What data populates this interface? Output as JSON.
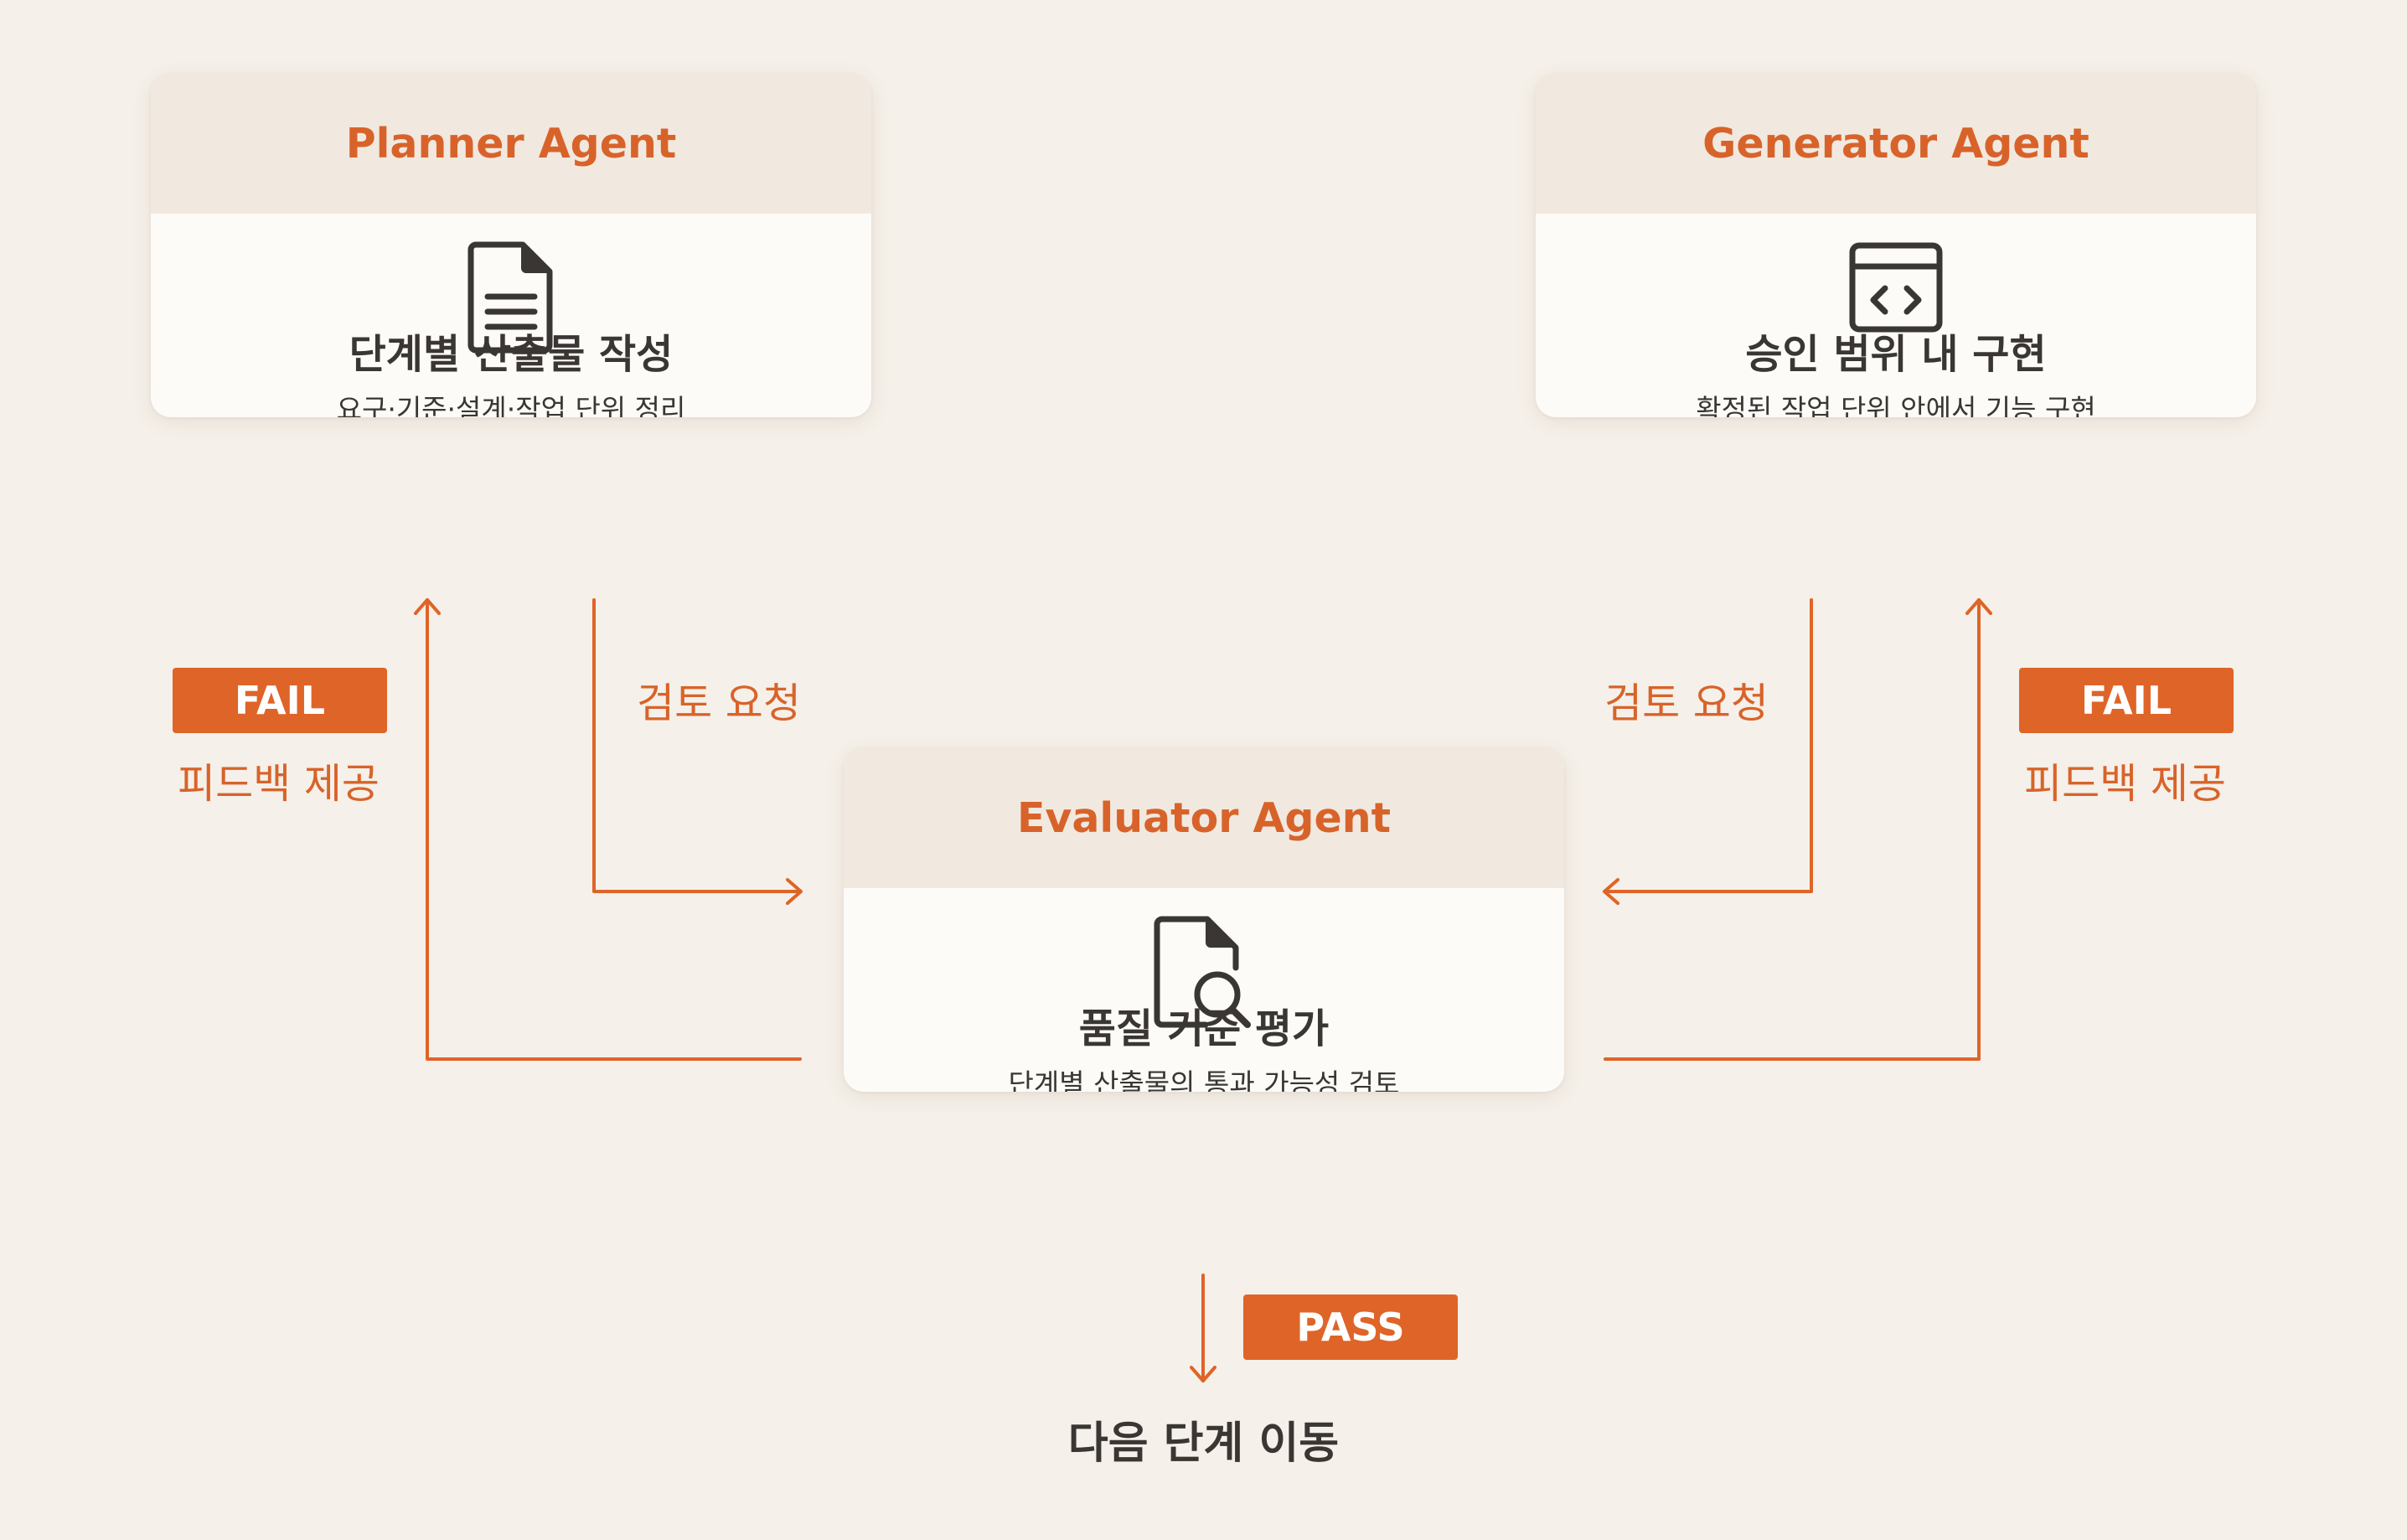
{
  "colors": {
    "background": "#f5f0e9",
    "accent": "#df6428",
    "card_header": "#f1e9df",
    "card_body": "#fcfbf8",
    "text_dark": "#3a3633"
  },
  "planner": {
    "header": "Planner Agent",
    "icon": "document-icon",
    "title": "단계별 산출물 작성",
    "subtitle": "요구·기준·설계·작업 단위 정리"
  },
  "generator": {
    "header": "Generator Agent",
    "icon": "code-window-icon",
    "title": "승인 범위 내 구현",
    "subtitle": "확정된 작업 단위 안에서 기능 구현"
  },
  "evaluator": {
    "header": "Evaluator Agent",
    "icon": "document-search-icon",
    "title": "품질 기준 평가",
    "subtitle": "단계별 산출물의 통과 가능성 검토"
  },
  "left": {
    "fail_badge": "FAIL",
    "feedback_label": "피드백 제공",
    "review_label": "검토 요청"
  },
  "right": {
    "fail_badge": "FAIL",
    "feedback_label": "피드백 제공",
    "review_label": "검토 요청"
  },
  "pass": {
    "badge": "PASS",
    "next_label": "다음 단계 이동"
  }
}
